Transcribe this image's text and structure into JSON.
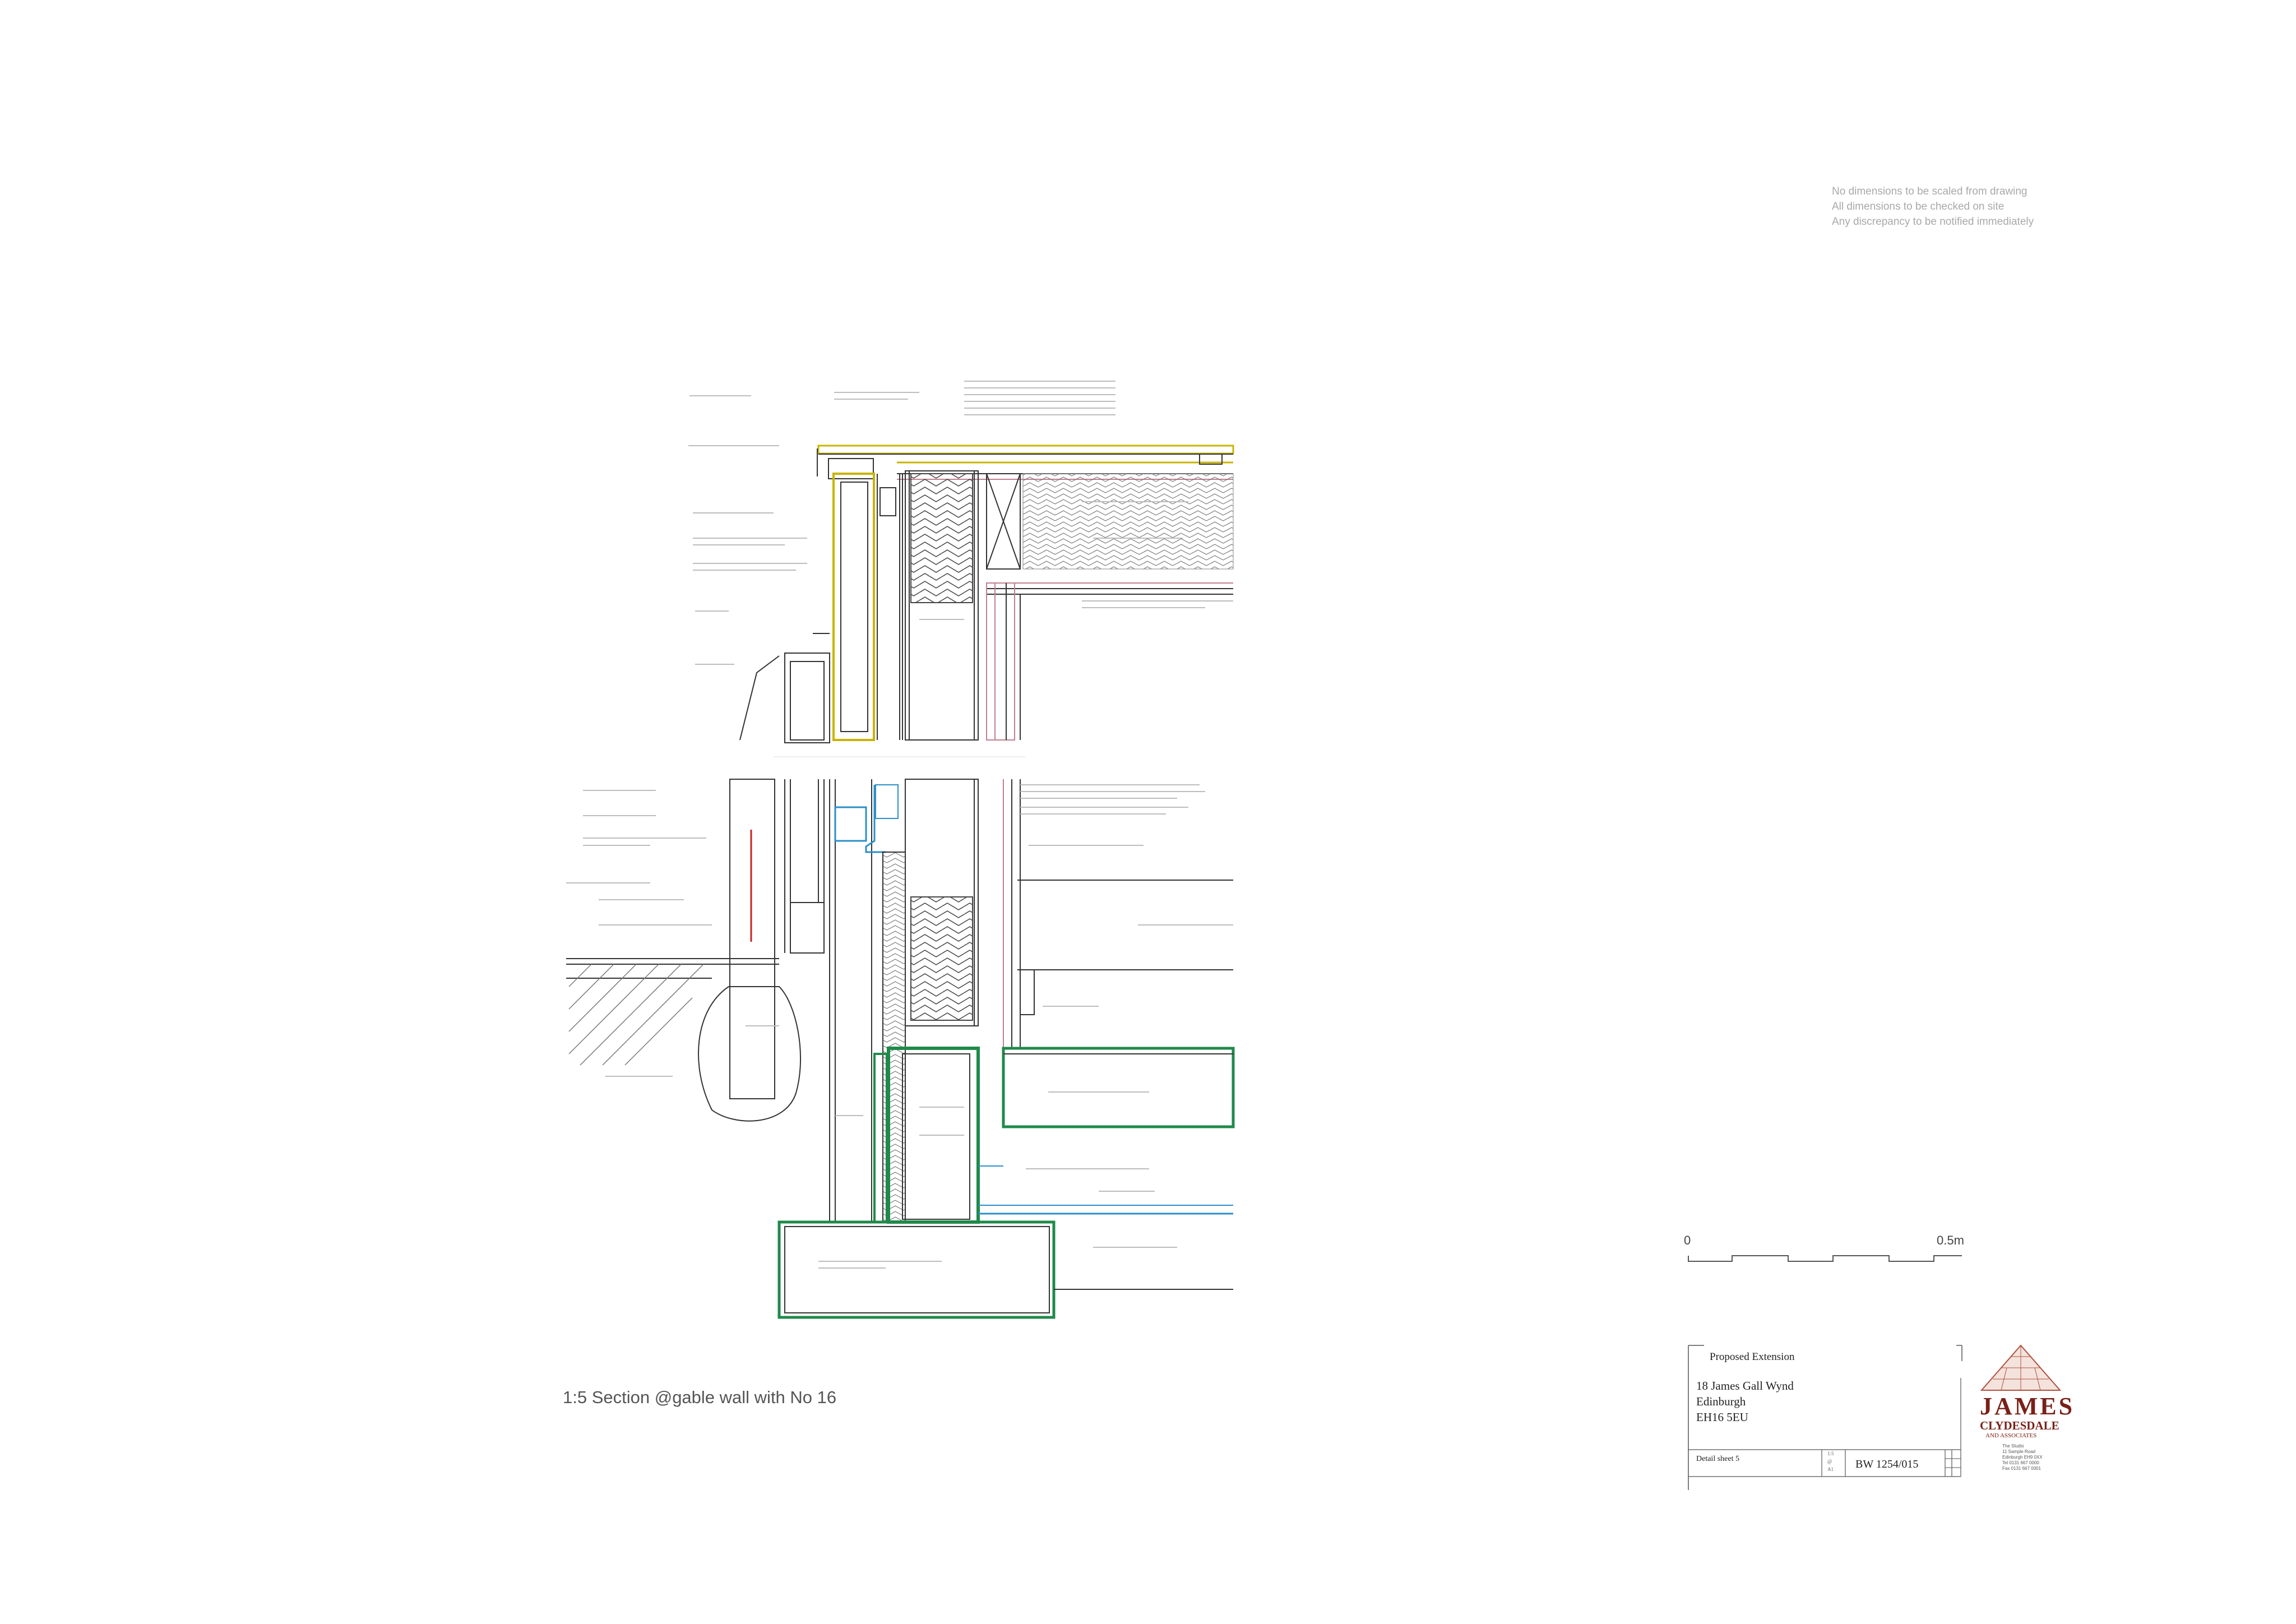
{
  "notes": {
    "lines": [
      "No dimensions to be scaled from drawing",
      "All dimensions to be checked on site",
      "Any discrepancy to be notified immediately"
    ]
  },
  "section_title": "1:5 Section @gable wall with No 16",
  "scale_bar": {
    "start": "0",
    "end": "0.5m"
  },
  "title_block": {
    "project": "Proposed Extension",
    "address": [
      "18 James Gall Wynd",
      "Edinburgh",
      "EH16 5EU"
    ],
    "sheet": "Detail sheet 5",
    "scale_box": [
      "1:5",
      "@",
      "A1"
    ],
    "drawing_number": "BW 1254/015"
  },
  "logo": {
    "name": "JAMES",
    "line2": "CLYDESDALE",
    "line3": "AND ASSOCIATES",
    "contact": [
      "The Studio",
      "11 Sample Road",
      "Edinburgh EH9 0XX",
      "Tel 0131 667 0000",
      "Fax 0131 667 0001"
    ]
  },
  "colors": {
    "ink": "#333333",
    "timber": "#c8b400",
    "insulation_edge": "#c08090",
    "green": "#1f8a4a",
    "blue": "#2a8fc9",
    "logo": "#7a2018"
  }
}
